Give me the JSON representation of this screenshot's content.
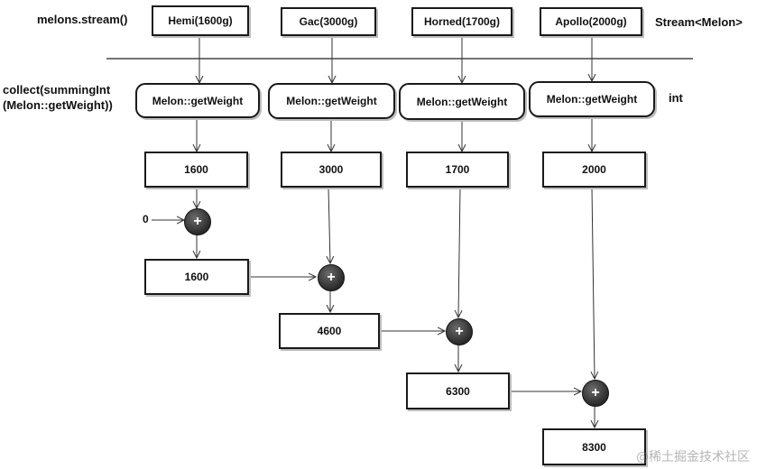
{
  "diagram": {
    "source_label": "melons.stream()",
    "stream_type": "Stream<Melon>",
    "collector_label_line1": "collect(summingInt",
    "collector_label_line2": "(Melon::getWeight))",
    "mapped_type": "int",
    "zero_label": "0",
    "melons": [
      {
        "name": "Hemi(1600g)",
        "mapper": "Melon::getWeight",
        "weight": "1600"
      },
      {
        "name": "Gac(3000g)",
        "mapper": "Melon::getWeight",
        "weight": "3000"
      },
      {
        "name": "Horned(1700g)",
        "mapper": "Melon::getWeight",
        "weight": "1700"
      },
      {
        "name": "Apollo(2000g)",
        "mapper": "Melon::getWeight",
        "weight": "2000"
      }
    ],
    "sum_symbol": "+",
    "running_sums": [
      "1600",
      "4600",
      "6300",
      "8300"
    ],
    "watermark": "@稀土掘金技术社区"
  }
}
